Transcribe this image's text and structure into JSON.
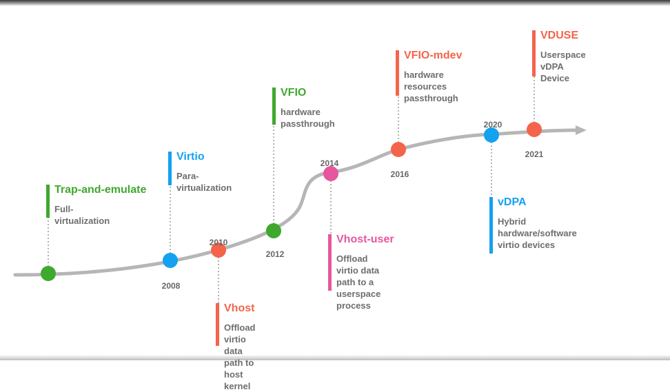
{
  "colors": {
    "green": "#3fa82e",
    "blue": "#14a1f0",
    "red": "#f4644a",
    "pink": "#e6579d",
    "curve": "#b6b6b6",
    "dots": "#9a9a9a",
    "desc_text": "#6d6d6d",
    "year_text": "#666666"
  },
  "timeline": {
    "milestones": [
      {
        "id": "trap",
        "year": "",
        "title": "Trap-and-emulate",
        "desc": "Full-virtualization",
        "color": "green"
      },
      {
        "id": "virtio",
        "year": "2008",
        "title": "Virtio",
        "desc": "Para-virtualization",
        "color": "blue"
      },
      {
        "id": "vhost",
        "year": "2010",
        "title": "Vhost",
        "desc": "Offload virtio data\npath to host kernel",
        "color": "red"
      },
      {
        "id": "vfio",
        "year": "2012",
        "title": "VFIO",
        "desc": "hardware passthrough",
        "color": "green"
      },
      {
        "id": "vhost-user",
        "year": "2014",
        "title": "Vhost-user",
        "desc": "Offload virtio data\npath to a userspace\nprocess",
        "color": "pink"
      },
      {
        "id": "vfio-mdev",
        "year": "2016",
        "title": "VFIO-mdev",
        "desc": "hardware resources\npassthrough",
        "color": "red"
      },
      {
        "id": "vdpa",
        "year": "2020",
        "title": "vDPA",
        "desc": "Hybrid\nhardware/software\nvirtio devices",
        "color": "blue"
      },
      {
        "id": "vduse",
        "year": "2021",
        "title": "VDUSE",
        "desc": "Userspace vDPA\nDevice",
        "color": "red"
      }
    ]
  }
}
